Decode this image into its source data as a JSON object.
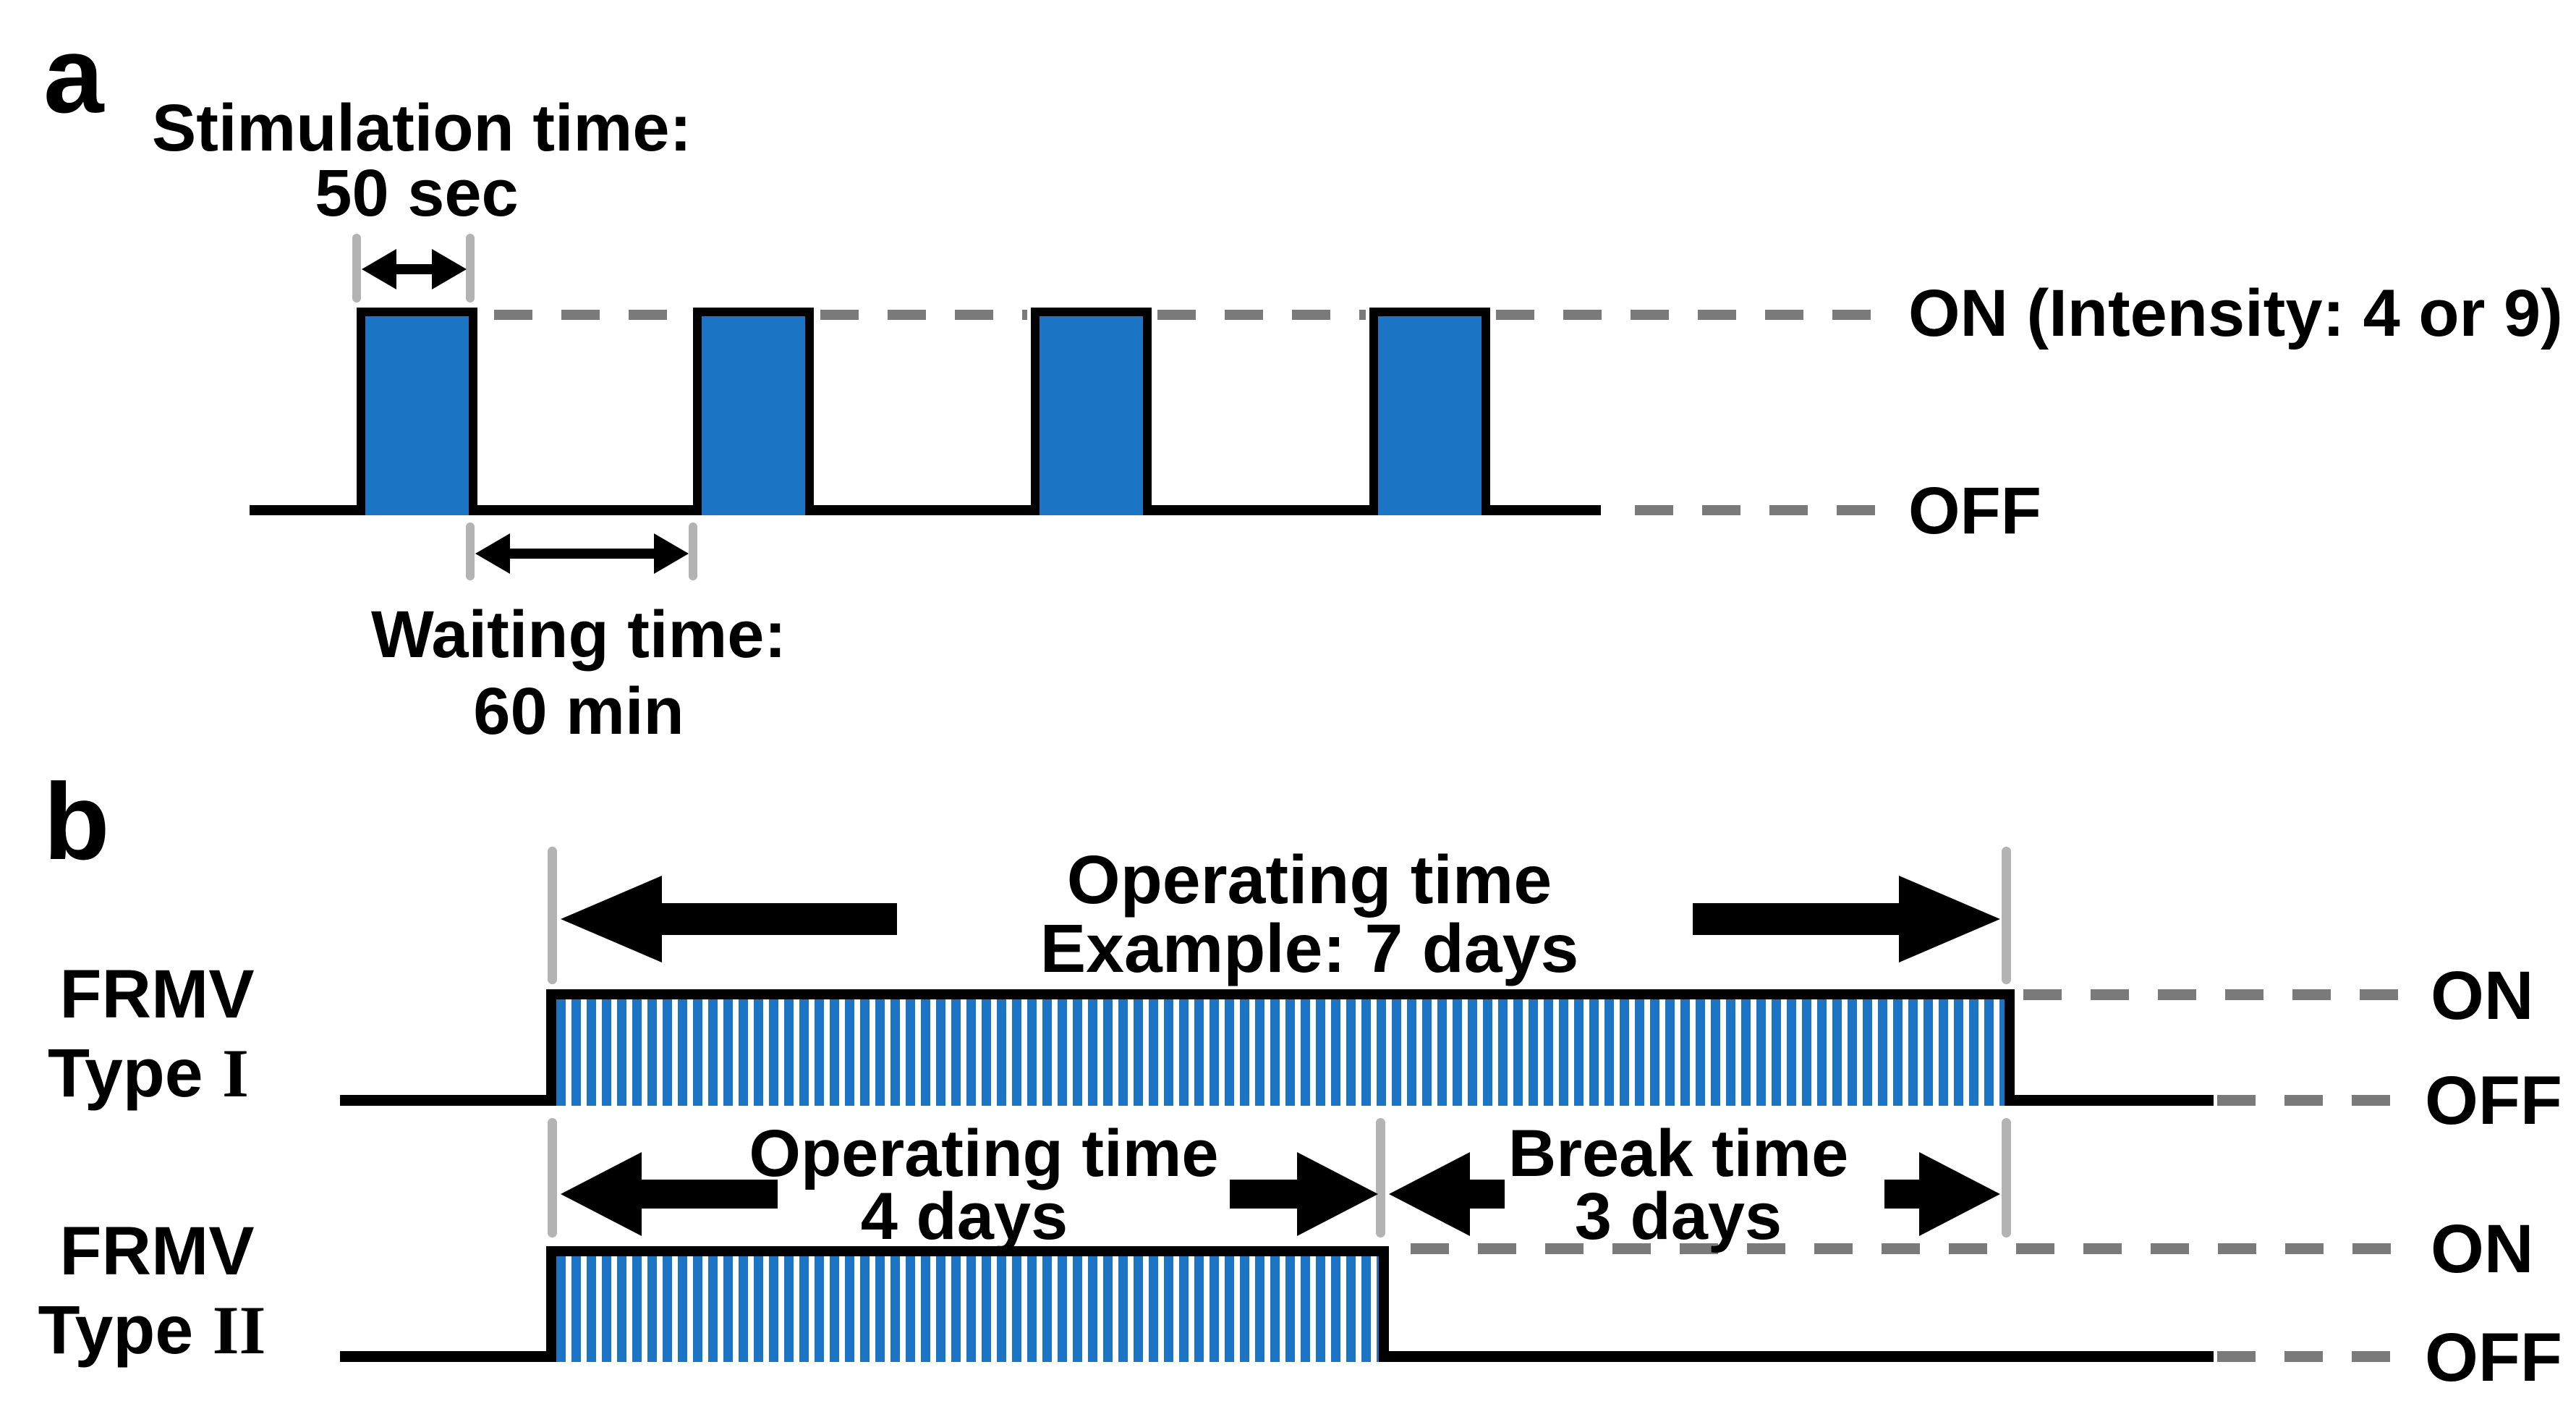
{
  "figure": {
    "panel_a": {
      "panel_letter": "a",
      "stimulation_title": "Stimulation time:",
      "stimulation_value": "50 sec",
      "waiting_title": "Waiting time:",
      "waiting_value": "60 min",
      "on_label": "ON (Intensity: 4 or 9)",
      "off_label": "OFF",
      "pulse_count": 4
    },
    "panel_b": {
      "panel_letter": "b",
      "rows": [
        {
          "device": "FRMV",
          "type_prefix": "Type",
          "type_numeral": "I",
          "annotation_line1": "Operating time",
          "annotation_line2": "Example: 7 days",
          "on_label": "ON",
          "off_label": "OFF"
        },
        {
          "device": "FRMV",
          "type_prefix": "Type",
          "type_numeral": "II",
          "operating_line1": "Operating time",
          "operating_line2": "4 days",
          "break_line1": "Break time",
          "break_line2": "3 days",
          "on_label": "ON",
          "off_label": "OFF"
        }
      ]
    },
    "colors": {
      "pulse_blue": "#1b74c4",
      "dash_gray": "#7a7a7a",
      "tick_gray": "#b3b3b3",
      "line_black": "#000000"
    }
  }
}
